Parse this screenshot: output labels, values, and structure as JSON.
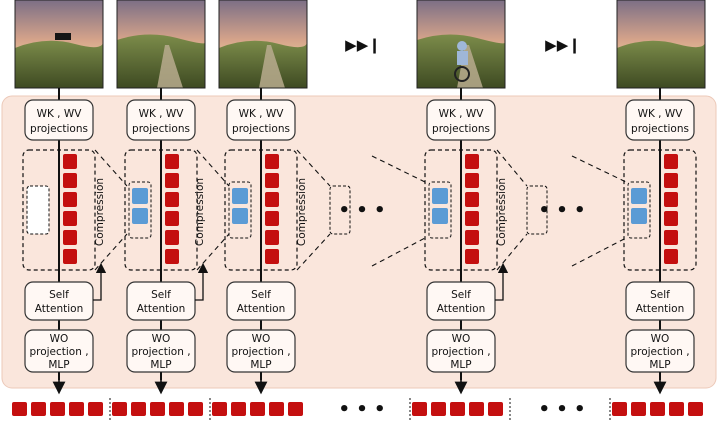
{
  "diagram": {
    "stage_wk": [
      "WK , WV",
      "projections"
    ],
    "stage_attn": [
      "Self",
      "Attention"
    ],
    "stage_wo": [
      "WO",
      "projection ,",
      "MLP"
    ],
    "compression_label": "Compression",
    "ellipsis": "• • •",
    "skip_symbol": "▶▶❙"
  },
  "colors": {
    "panel_bg": "#fae6dc",
    "panel_border": "#ecc9b9",
    "token_red": "#c40f0f",
    "token_blue": "#5b9bd5",
    "box_fill": "#fff8f4",
    "box_stroke": "#333333"
  },
  "images": [
    "cow-on-hill-frame",
    "dirt-road-frame",
    "cyclist-far-frame",
    "cyclist-near-frame",
    "hills-landscape-frame"
  ]
}
